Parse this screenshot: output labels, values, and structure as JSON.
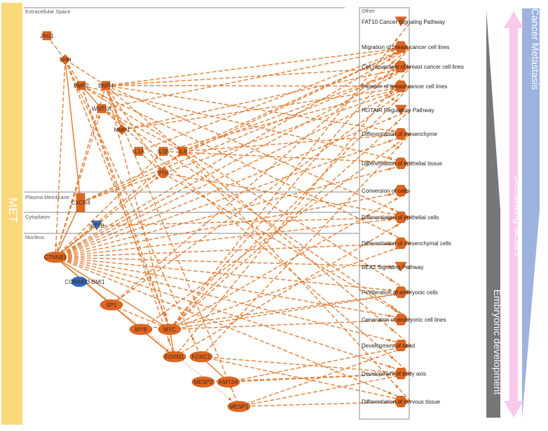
{
  "compartments": {
    "extracellular": "Extracellular Space",
    "plasma_membrane": "Plasma Membrane",
    "cytoplasm": "Cytoplasm",
    "nucleus": "Nucleus",
    "other": "Other"
  },
  "side_labels": {
    "met": "MET",
    "cancer_metastasis": "Cancer Metastasis",
    "seesawing_factors": "Seesawing factors",
    "embryonic_development": "Embryonic development"
  },
  "nodes": [
    {
      "id": "JAG1",
      "label": "JAG1",
      "shape": "square"
    },
    {
      "id": "SHH",
      "label": "SHH",
      "shape": "diamond"
    },
    {
      "id": "BMP2",
      "label": "BMP2",
      "shape": "square"
    },
    {
      "id": "BMP4",
      "label": "BMP4",
      "shape": "square"
    },
    {
      "id": "WNT5A",
      "label": "WNT5A",
      "shape": "square"
    },
    {
      "id": "MMP1",
      "label": "MMP1",
      "shape": "diamond"
    },
    {
      "id": "IL1A",
      "label": "IL1A",
      "shape": "square"
    },
    {
      "id": "IL1B",
      "label": "IL1B",
      "shape": "square"
    },
    {
      "id": "IL6",
      "label": "IL6",
      "shape": "square"
    },
    {
      "id": "PTH",
      "label": "PTH",
      "shape": "circle"
    },
    {
      "id": "CXCR4",
      "label": "CXCR4",
      "shape": "rect"
    },
    {
      "id": "mTTB",
      "label": "mTTB",
      "shape": "triangle-down",
      "color": "blue"
    },
    {
      "id": "CTNNB1",
      "label": "CTNNB1",
      "shape": "ellipse"
    },
    {
      "id": "COMMD3BMI1",
      "label": "COMMD3-BMI1",
      "shape": "ellipse",
      "color": "blue"
    },
    {
      "id": "SP1",
      "label": "SP1",
      "shape": "ellipse"
    },
    {
      "id": "MYB",
      "label": "MYB",
      "shape": "ellipse"
    },
    {
      "id": "MYC",
      "label": "MYC",
      "shape": "ellipse"
    },
    {
      "id": "FOXM1",
      "label": "FOXM1",
      "shape": "ellipse"
    },
    {
      "id": "FOXC2",
      "label": "FOXC2",
      "shape": "ellipse"
    },
    {
      "id": "MESP2",
      "label": "MESP2",
      "shape": "ellipse"
    },
    {
      "id": "KMT2A",
      "label": "KMT2A",
      "shape": "ellipse"
    },
    {
      "id": "MESP1",
      "label": "MESP1",
      "shape": "ellipse"
    }
  ],
  "functions": [
    {
      "id": "FAT10",
      "label": "FAT10 Cancer Signaling Pathway",
      "shape": "triangle-down"
    },
    {
      "id": "MIG",
      "label": "Migration of breast cancer cell lines",
      "shape": "hexagon"
    },
    {
      "id": "CMB",
      "label": "Cell movement of breast cancer cell lines",
      "shape": "hexagon"
    },
    {
      "id": "INV",
      "label": "Invasion of breast cancer cell lines",
      "shape": "hexagon"
    },
    {
      "id": "HOTAIR",
      "label": "HOTAIR Regulatory Pathway",
      "shape": "triangle-down"
    },
    {
      "id": "DMES",
      "label": "Differentiation of mesenchyme",
      "shape": "hexagon"
    },
    {
      "id": "DET",
      "label": "Differentiation of epithelial tissue",
      "shape": "hexagon"
    },
    {
      "id": "CONV",
      "label": "Conversion of cells",
      "shape": "hexagon"
    },
    {
      "id": "DEC",
      "label": "Differentiation of epithelial cells",
      "shape": "hexagon"
    },
    {
      "id": "DMC",
      "label": "Differentiation of mesenchymal cells",
      "shape": "hexagon"
    },
    {
      "id": "BEX2",
      "label": "BEX2 Signaling Pathway",
      "shape": "triangle-down"
    },
    {
      "id": "PEC",
      "label": "Proliferation of embryonic cells",
      "shape": "hexagon"
    },
    {
      "id": "GEC",
      "label": "Generation of embryonic cell lines",
      "shape": "hexagon"
    },
    {
      "id": "DH",
      "label": "Development of head",
      "shape": "hexagon"
    },
    {
      "id": "DBA",
      "label": "Development of body axis",
      "shape": "hexagon"
    },
    {
      "id": "DNT",
      "label": "Differentiation of nervous tissue",
      "shape": "hexagon"
    }
  ],
  "colors": {
    "node": "#E0661F",
    "node_stroke": "#B84E10",
    "edge": "#E07A2E",
    "blue_node": "#2F6CC6",
    "met_band": "#FAD97A",
    "cancer_band": "#9DB3DD",
    "seesaw_arrow": "#F9C9EE",
    "embryo_band": "#777777",
    "frame": "#888888"
  }
}
